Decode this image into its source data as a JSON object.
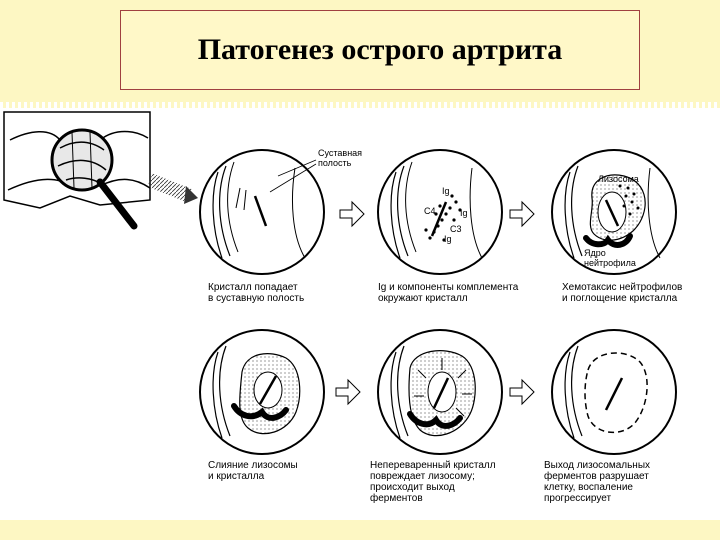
{
  "title": "Патогенез острого артрита",
  "labels": {
    "joint_cavity": [
      "Суставная",
      "полость"
    ],
    "lysosome": "Лизосома",
    "nucleus": [
      "Ядро",
      "нейтрофила"
    ],
    "ig": "Ig",
    "c4": "C4",
    "c3": "C3"
  },
  "captions": {
    "stage1": [
      "Кристалл попадает",
      "в суставную полость"
    ],
    "stage2": [
      "Ig и компоненты комплемента",
      "окружают кристалл"
    ],
    "stage3": [
      "Хемотаксис нейтрофилов",
      "и поглощение кристалла"
    ],
    "stage4": [
      "Слияние лизосомы",
      "и кристалла"
    ],
    "stage5": [
      "Непереваренный кристалл",
      "повреждает лизосому;",
      "происходит выход",
      "ферментов"
    ],
    "stage6": [
      "Выход лизосомальных",
      "ферментов разрушает",
      "клетку, воспаление",
      "прогрессирует"
    ]
  }
}
